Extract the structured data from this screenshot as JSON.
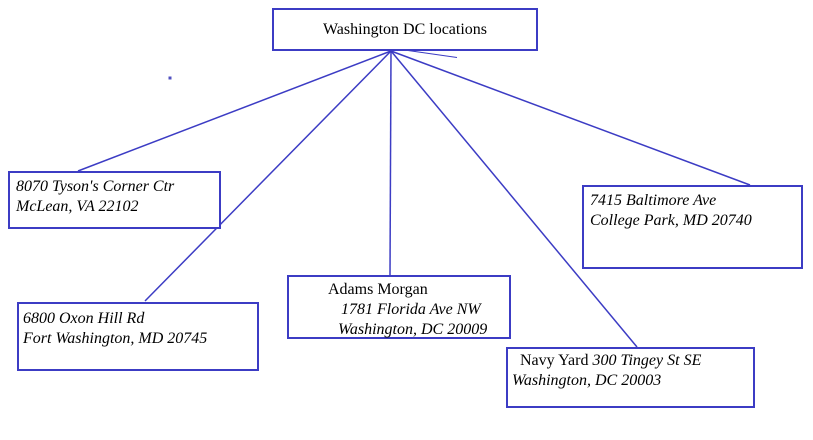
{
  "diagram": {
    "nodes": {
      "root": {
        "label": "Washington DC locations"
      },
      "tysons": {
        "line1": "8070 Tyson's Corner Ctr",
        "line2": "McLean, VA 22102"
      },
      "oxon_hill": {
        "line1": "6800 Oxon Hill Rd",
        "line2": "Fort Washington, MD 20745"
      },
      "adams_morgan": {
        "name": "Adams Morgan",
        "address1": "1781 Florida Ave NW",
        "address2": "Washington, DC 20009"
      },
      "navy_yard": {
        "name": "Navy Yard",
        "address1": "300 Tingey St SE",
        "address2": "Washington, DC 20003"
      },
      "baltimore": {
        "line1": "7415 Baltimore Ave",
        "line2": "College Park, MD 20740"
      }
    },
    "colors": {
      "line_blue": "#3c3cc4",
      "text": "#000000",
      "background": "#ffffff"
    }
  }
}
